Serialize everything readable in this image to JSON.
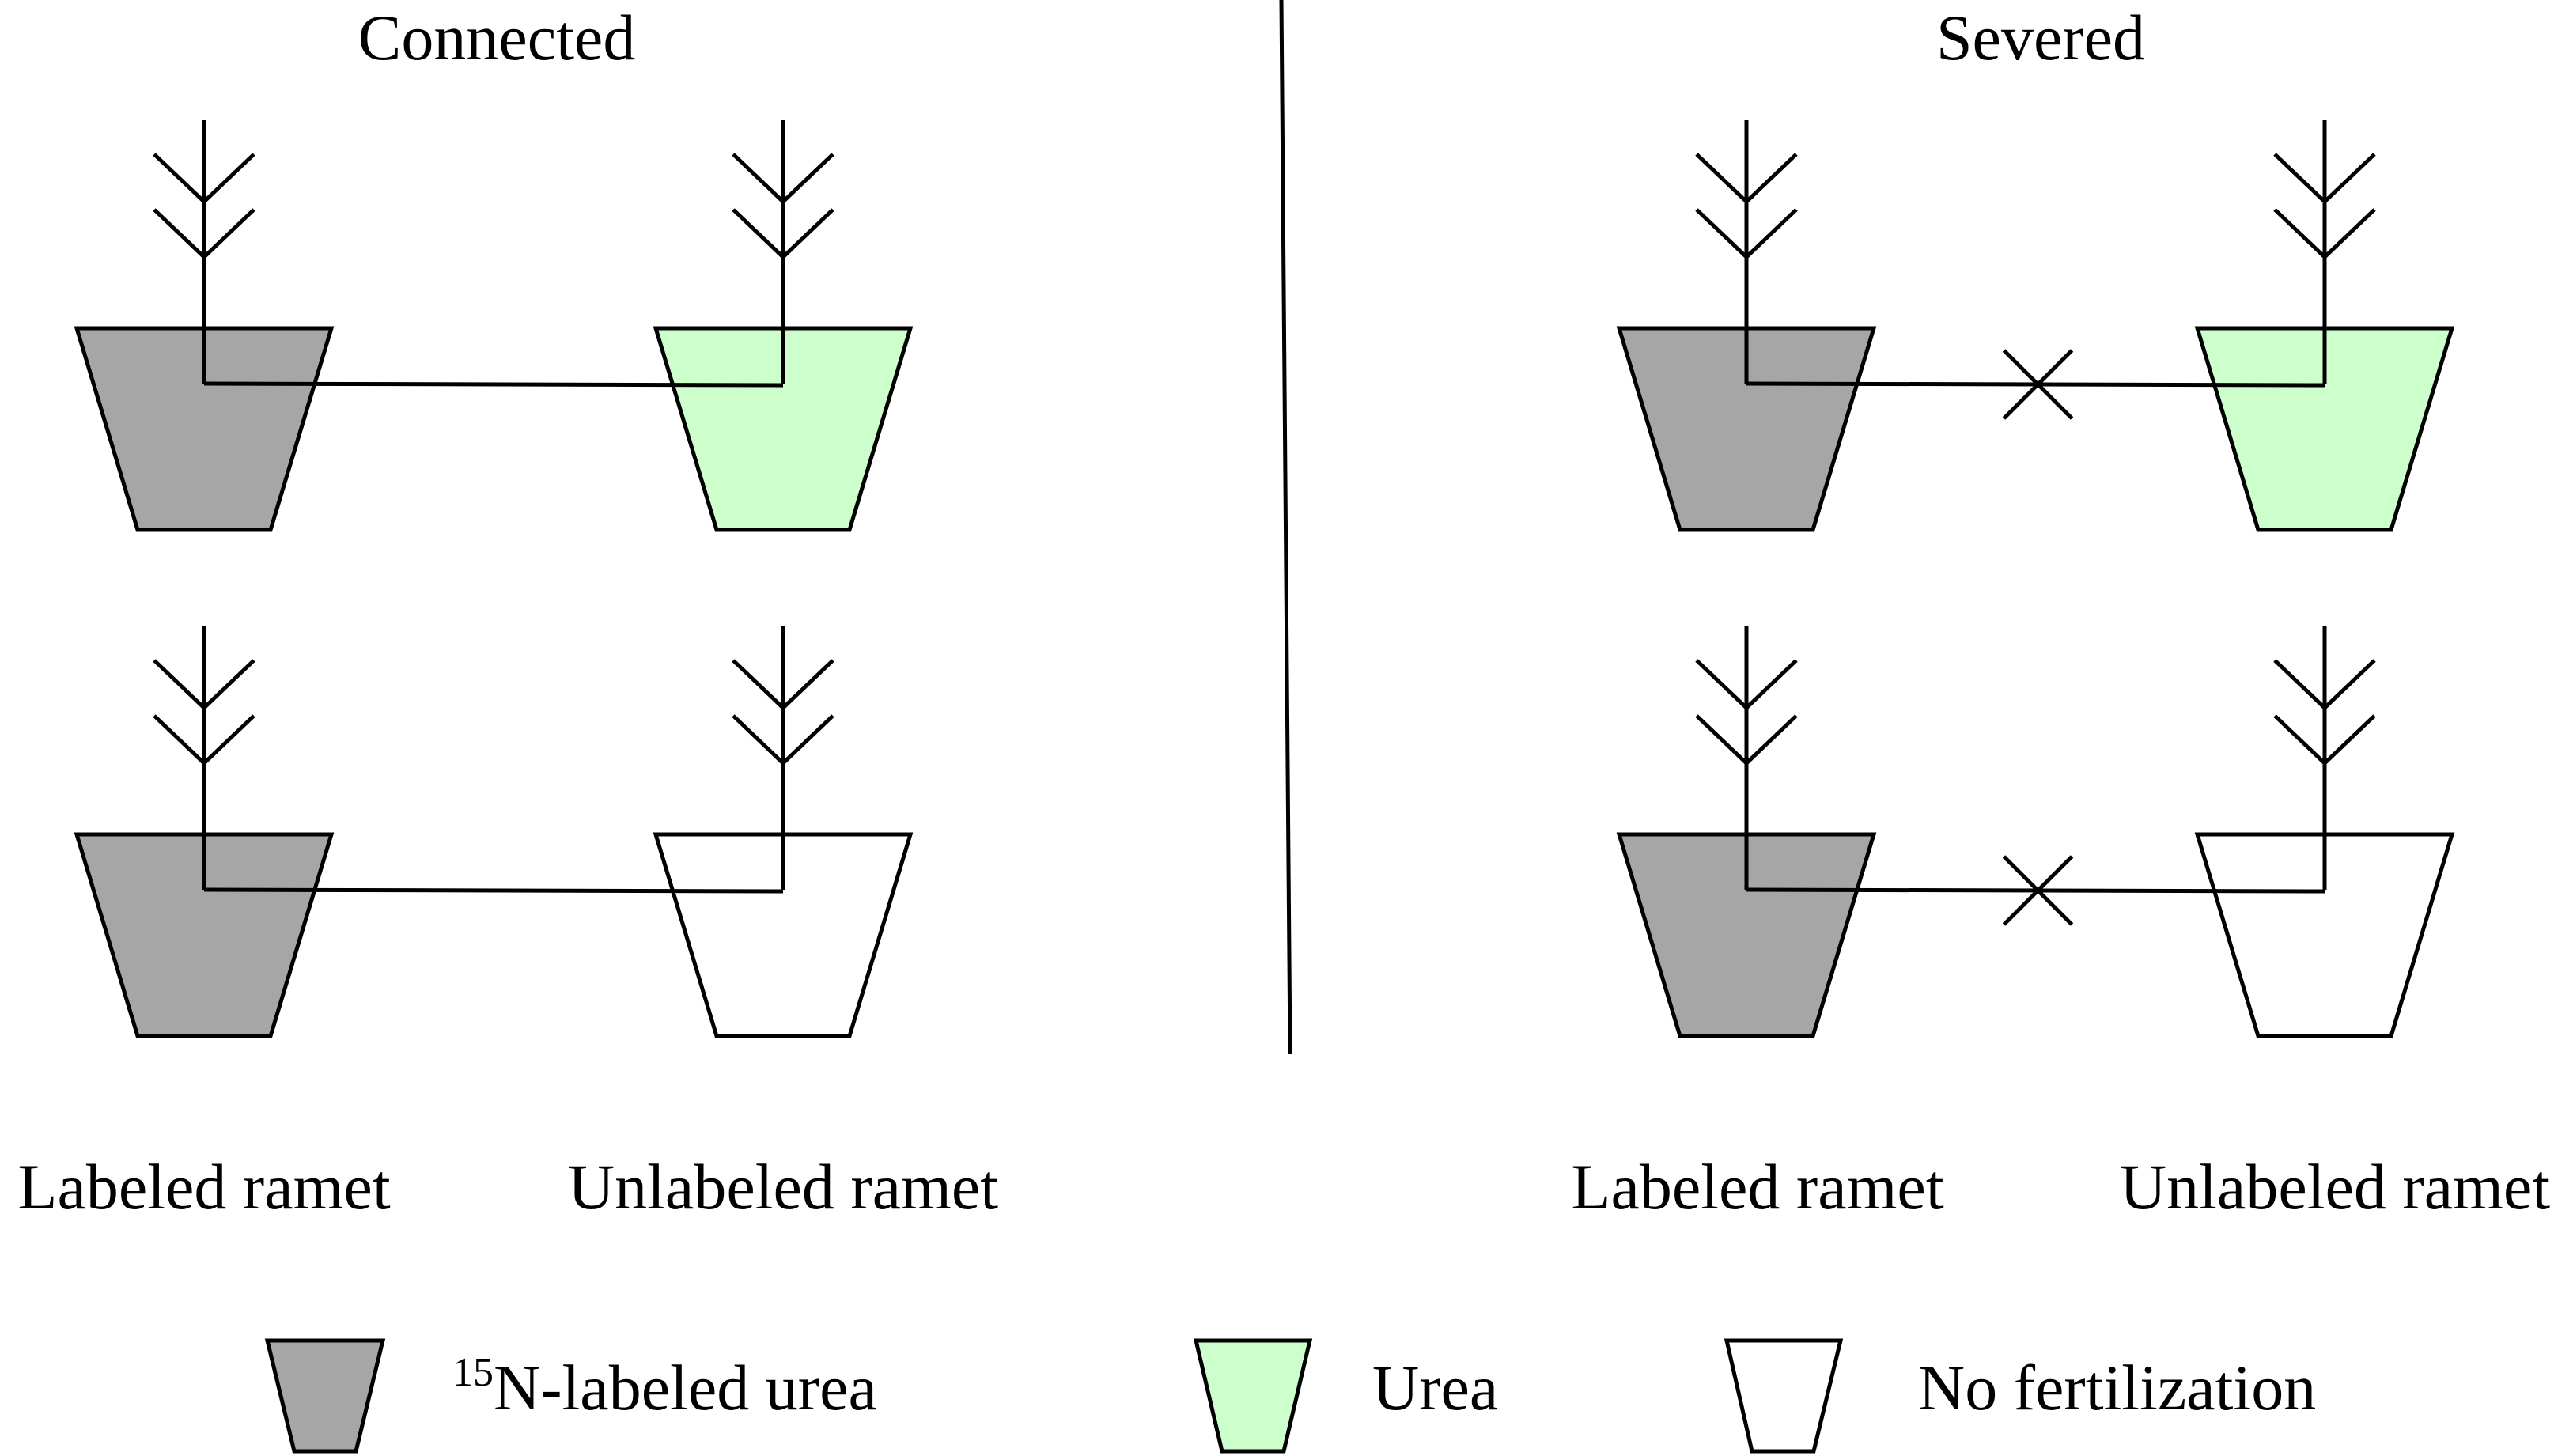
{
  "headings": {
    "connected": "Connected",
    "severed": "Severed"
  },
  "ramet_labels": {
    "connected_labeled": "Labeled ramet",
    "connected_unlabeled": "Unlabeled ramet",
    "severed_labeled": "Labeled ramet",
    "severed_unlabeled": "Unlabeled ramet"
  },
  "legend": {
    "labeled_superscript": "15",
    "labeled_text": "N-labeled urea",
    "urea_text": "Urea",
    "none_text": "No fertilization"
  },
  "colors": {
    "labeled_urea": "#a6a6a6",
    "urea": "#ccffcc",
    "no_fertilization": "#ffffff",
    "line": "#000000"
  },
  "groups": [
    {
      "group": "connected",
      "row": "top",
      "labeled_pot": "labeled_urea",
      "unlabeled_pot": "urea",
      "stolon": "connected"
    },
    {
      "group": "connected",
      "row": "bottom",
      "labeled_pot": "labeled_urea",
      "unlabeled_pot": "no_fertilization",
      "stolon": "connected"
    },
    {
      "group": "severed",
      "row": "top",
      "labeled_pot": "labeled_urea",
      "unlabeled_pot": "urea",
      "stolon": "severed"
    },
    {
      "group": "severed",
      "row": "bottom",
      "labeled_pot": "labeled_urea",
      "unlabeled_pot": "no_fertilization",
      "stolon": "severed"
    }
  ]
}
